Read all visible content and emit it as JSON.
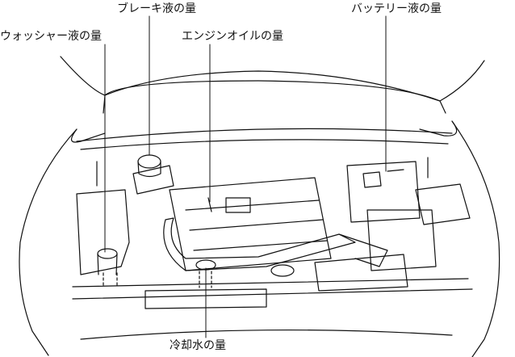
{
  "labels": {
    "brake_fluid": "ブレーキ液の量",
    "battery_fluid": "バッテリー液の量",
    "washer_fluid": "ウォッシャー液の量",
    "engine_oil": "エンジンオイルの量",
    "coolant": "冷却水の量"
  },
  "colors": {
    "line": "#111111",
    "background": "#ffffff"
  }
}
